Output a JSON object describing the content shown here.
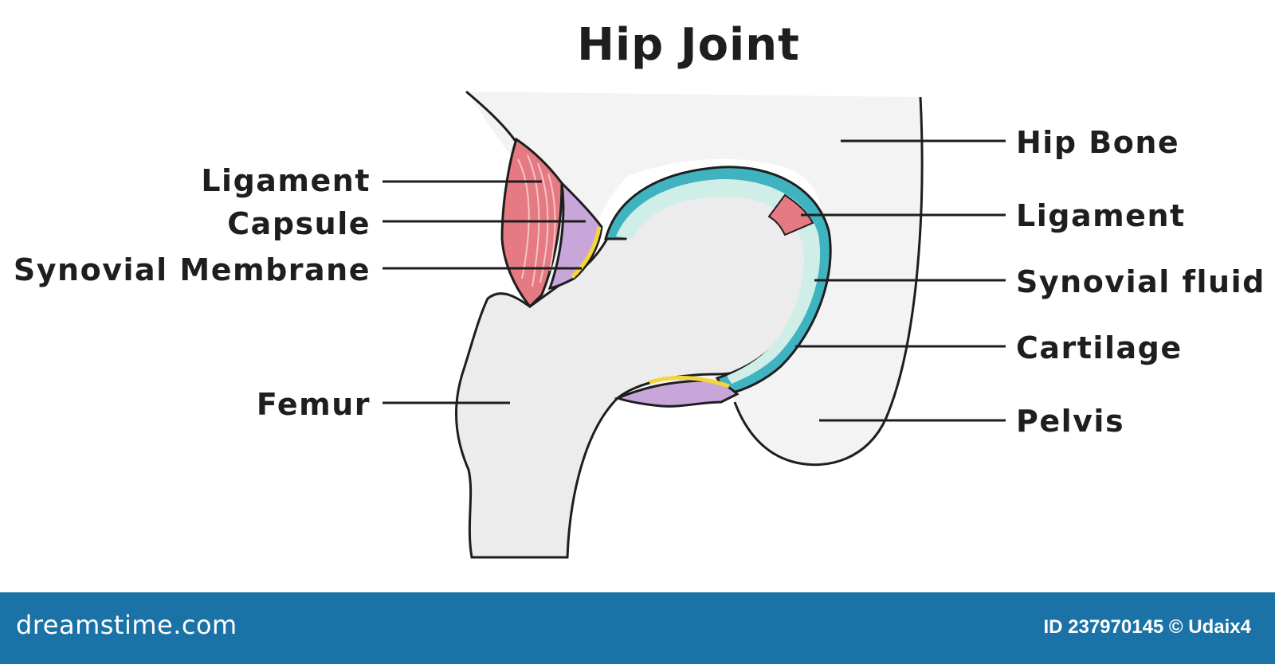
{
  "title": "Hip Joint",
  "labels": {
    "left": {
      "ligament": "Ligament",
      "capsule": "Capsule",
      "synovial_membrane": "Synovial Membrane",
      "femur": "Femur"
    },
    "right": {
      "hip_bone": "Hip Bone",
      "ligament": "Ligament",
      "synovial_fluid": "Synovial fluid",
      "cartilage": "Cartilage",
      "pelvis": "Pelvis"
    }
  },
  "footer": {
    "brand": "dreamstime.com",
    "image_id": "ID 237970145 © Udaix4"
  },
  "colors": {
    "outline": "#1e1e1e",
    "bone_fill": "#f1f1f1",
    "ligament": "#e57a82",
    "capsule": "#c8a6d9",
    "synovial_membrane": "#f4d63a",
    "cartilage": "#3fb4c0",
    "synovial_fluid": "#cfeee7",
    "footer_bg": "#1a72a7"
  }
}
